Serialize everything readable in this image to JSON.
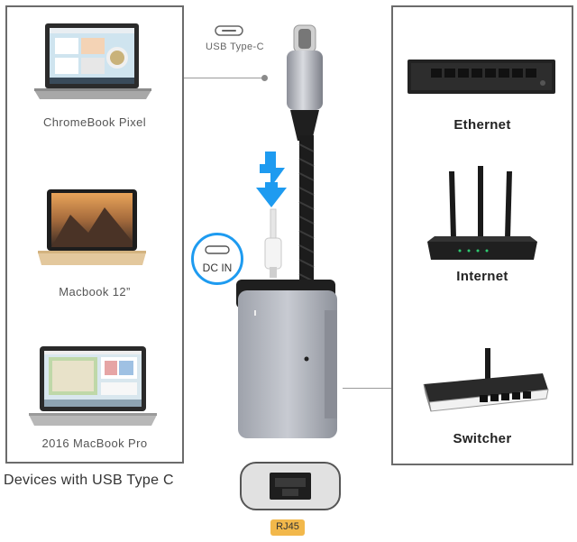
{
  "left_panel": {
    "devices": [
      {
        "label": "ChromeBook Pixel",
        "icon": "chromebook-laptop-icon"
      },
      {
        "label": "Macbook 12”",
        "icon": "macbook-laptop-icon"
      },
      {
        "label": "2016 MacBook Pro",
        "icon": "macbook-pro-laptop-icon"
      }
    ],
    "caption": "Devices with USB Type C"
  },
  "center": {
    "usb_label": "USB Type-C",
    "dc_in_label": "DC IN",
    "rj45_label": "RJ45"
  },
  "right_panel": {
    "items": [
      {
        "label": "Ethernet",
        "icon": "ethernet-switch-icon"
      },
      {
        "label": "Internet",
        "icon": "wifi-router-icon"
      },
      {
        "label": "Switcher",
        "icon": "switcher-device-icon"
      }
    ]
  },
  "colors": {
    "panel_border": "#6b6b6b",
    "adapter_body": "#b9bcc4",
    "cable_black": "#1c1c1c",
    "lightning_blue": "#1e9bf0",
    "rj45_badge": "#f2b84b"
  }
}
